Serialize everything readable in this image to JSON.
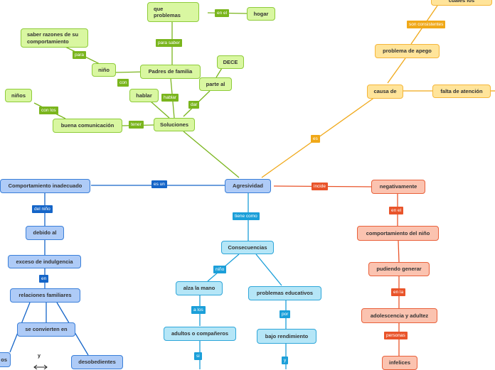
{
  "nodes": {
    "agresividad": "Agresividad",
    "soluciones": "Soluciones",
    "buena_comunicacion": "buena comunicación",
    "ninos": "niños",
    "hablar": "hablar",
    "padres_de_familia": "Padres de familia",
    "que_problemas": "que\nproblemas",
    "hogar": "hogar",
    "nino": "niño",
    "saber_razones": "saber razones de su\ncomportamiento",
    "parte_al": "parte al",
    "dece": "DECE",
    "causa_de": "causa de",
    "falta_de_atencion": "falta de atención",
    "problema_de_apego": "problema de apego",
    "top_partial": "cuales los",
    "comportamiento_inadecuado": "Comportamiento inadecuado",
    "debido_al": "debido al",
    "exceso_de_indulgencia": "exceso de indulgencia",
    "relaciones_familiares": "relaciones familiares",
    "se_convierten_en": "se convierten en",
    "left_partial": "os",
    "desobedientes": "desobedientes",
    "consecuencias": "Consecuencias",
    "alza_la_mano": "alza la mano",
    "adultos_o_companeros": "adultos o compañeros",
    "problemas_educativos": "problemas educativos",
    "bajo_rendimiento": "bajo rendimiento",
    "negativamente": "negativamente",
    "comportamiento_del_nino": "comportamiento del niño",
    "pudiendo_generar": "pudiendo generar",
    "adolescencia_y_adultez": "adolescencia y adultez",
    "infelices": "infelices",
    "y_text": "y"
  },
  "labels": {
    "tener": "tener",
    "con_los": "con los",
    "hablar_link": "hablar",
    "para_saber": "para saber",
    "en_el_hogar": "en el",
    "con": "con",
    "para": "para",
    "dar": "dar",
    "es": "es",
    "son_consistentes": "son consistentes",
    "es_un": "es un",
    "del_nino": "del niño",
    "en": "en",
    "tiene_como": "tiene como",
    "nino_link": "niño",
    "a_los": "a los",
    "si": "si",
    "por": "por",
    "y_link": "y",
    "incide": "incide",
    "en_el_comp": "en el",
    "en_la": "en la",
    "personas": "personas"
  },
  "colors": {
    "green": "#7ab51d",
    "yellow": "#f0a818",
    "blue": "#1565c8",
    "cyan": "#1b9fd9",
    "red": "#e9542a"
  }
}
